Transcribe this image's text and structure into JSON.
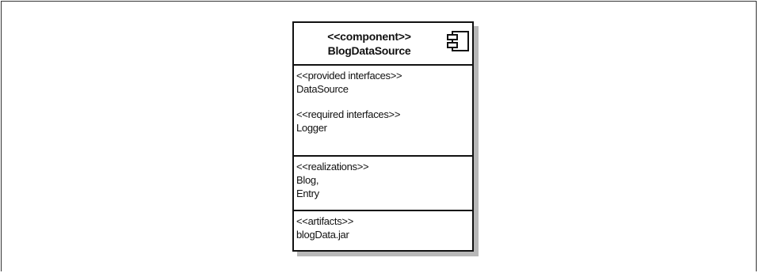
{
  "component": {
    "stereotype": "<<component>>",
    "name": "BlogDataSource",
    "icon": "component-icon"
  },
  "provided": {
    "heading": "<<provided interfaces>>",
    "items": [
      "DataSource"
    ]
  },
  "required": {
    "heading": "<<required  interfaces>>",
    "items": [
      "Logger"
    ]
  },
  "realizations": {
    "heading": "<<realizations>>",
    "items": [
      "Blog,",
      "Entry"
    ]
  },
  "artifacts": {
    "heading": "<<artifacts>>",
    "items": [
      "blogData.jar"
    ]
  }
}
